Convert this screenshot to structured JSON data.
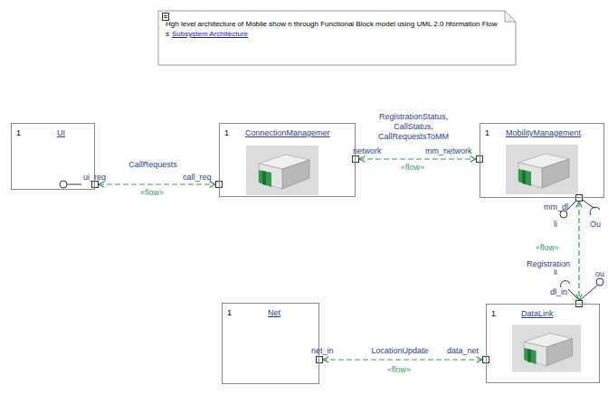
{
  "diagram": {
    "nodes": [
      {
        "text": [
          "Hgh level architecture of Mobile show n through Functional Block model using UML 2.0 hformation Flow s",
          "Subsystem Architecture"
        ]
      },
      {
        "text": [
          "1",
          "UI"
        ]
      },
      {
        "text": [
          "1",
          "ConnectionManagemer"
        ]
      },
      {
        "text": [
          "1",
          "MobilityManagement"
        ]
      },
      {
        "text": [
          "1",
          "Net"
        ]
      },
      {
        "text": [
          "1",
          "DataLink"
        ]
      }
    ],
    "edges": [
      {
        "from": 1,
        "to": 2,
        "label": "CallRequests",
        "arrow": "both"
      },
      {
        "from": 2,
        "to": 3,
        "label": "RegistrationStatus, CallStatus, CallRequestsToMM",
        "arrow": "both"
      },
      {
        "from": 3,
        "to": 5,
        "label": "Registration",
        "arrow": "both"
      },
      {
        "from": 5,
        "to": 4,
        "label": "LocationUpdate",
        "arrow": "both"
      }
    ],
    "labels": [
      "«flow»",
      "«flow»",
      "«flow»",
      "«flow»",
      "ui_req",
      "call_req",
      "network",
      "mm_network",
      "mm_dl",
      "li",
      "Ou",
      "li",
      "ou",
      "dl_in",
      "net_in",
      "data_net"
    ]
  }
}
